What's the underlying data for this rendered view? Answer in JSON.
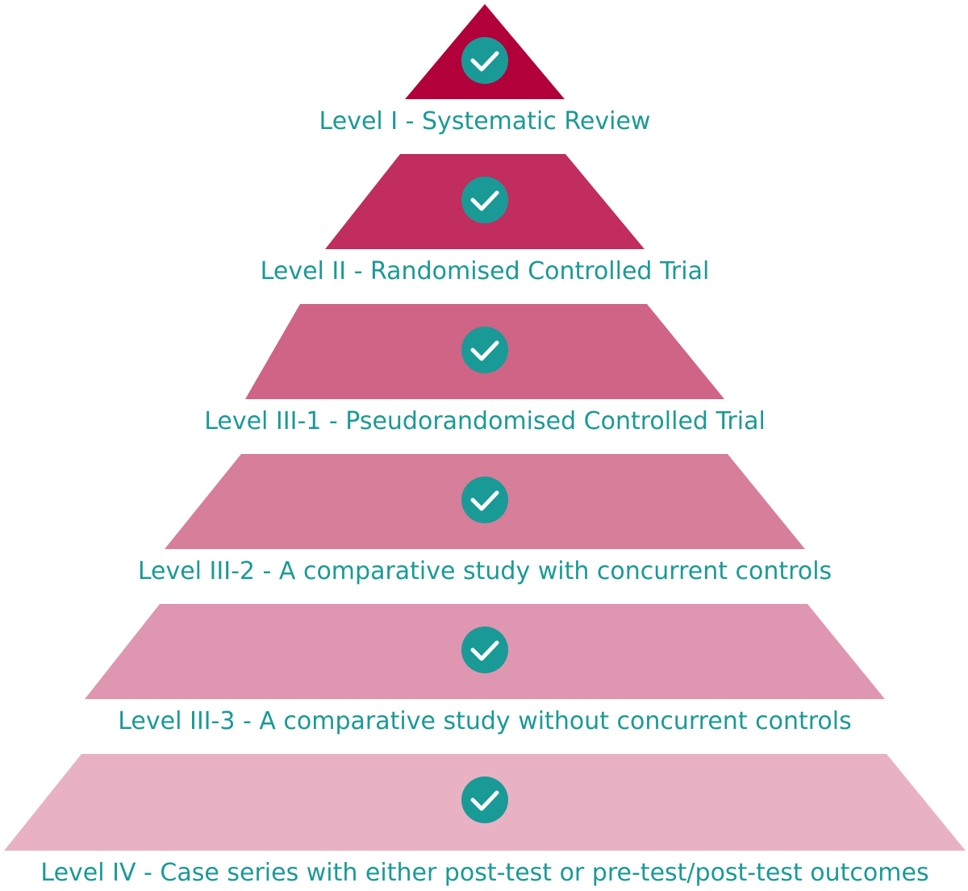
{
  "pyramid": {
    "levels": [
      {
        "label": "Level I - Systematic Review",
        "fill": "#b1003a"
      },
      {
        "label": "Level II - Randomised Controlled Trial",
        "fill": "#c02d5e"
      },
      {
        "label": "Level III-1 - Pseudorandomised Controlled Trial",
        "fill": "#cf6486"
      },
      {
        "label": "Level III-2 - A comparative study with concurrent controls",
        "fill": "#d77e9a"
      },
      {
        "label": "Level III-3 - A comparative study without concurrent controls",
        "fill": "#df96b0"
      },
      {
        "label": "Level IV - Case series with either post-test or pre-test/post-test outcomes",
        "fill": "#e8b2c4"
      }
    ],
    "icon": "check-circle-icon",
    "colors": {
      "check_circle": "#1a9a96",
      "label_text": "#1a9a96"
    }
  }
}
